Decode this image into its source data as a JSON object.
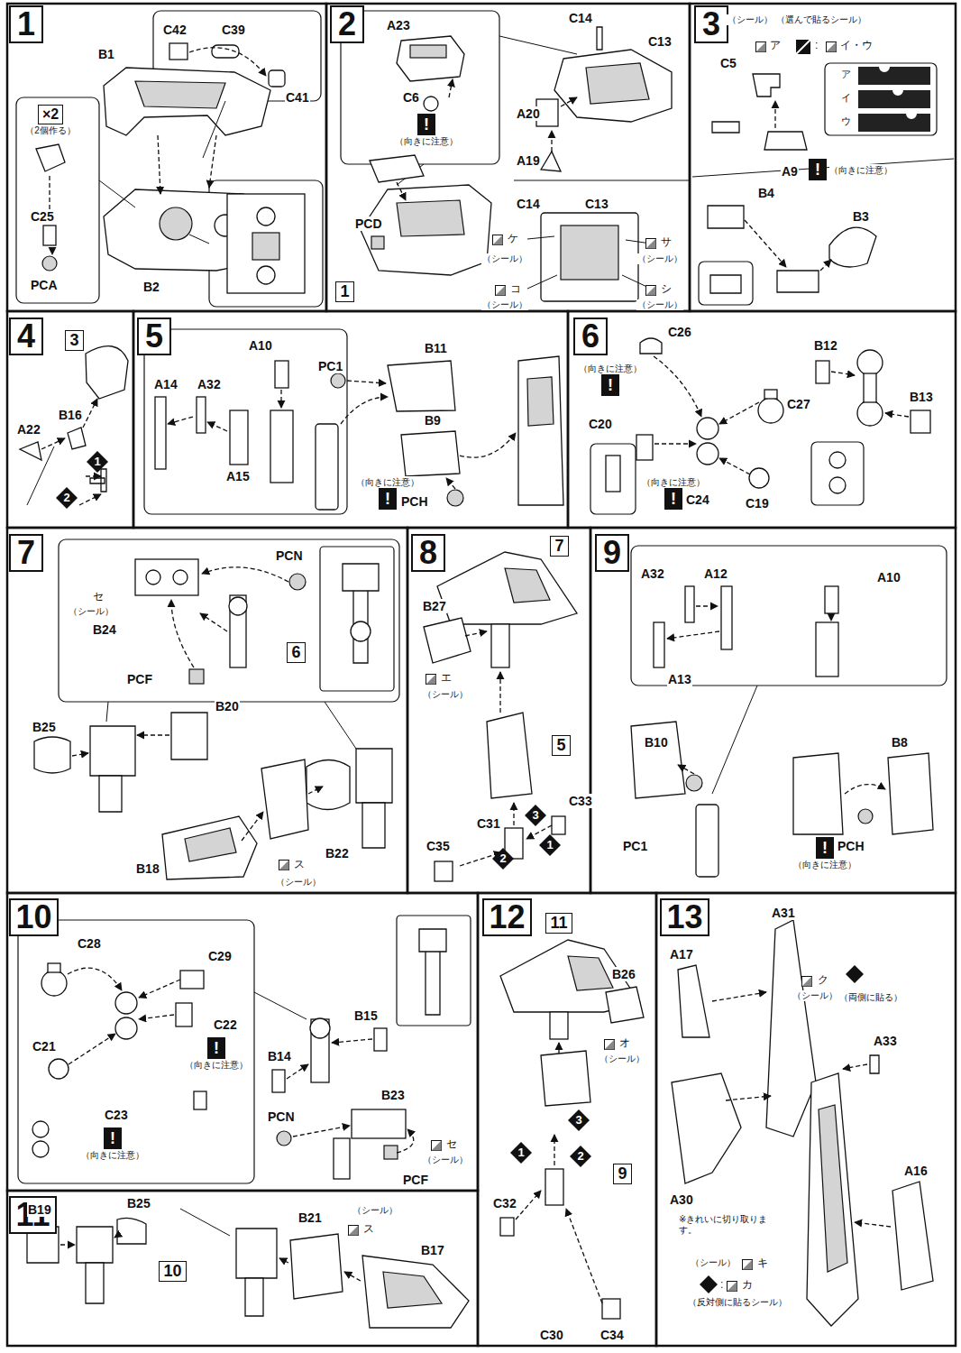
{
  "diagram": {
    "nodes": [
      {
        "text": [
          "1"
        ]
      },
      {
        "text": [
          "×2",
          "（2個作る）"
        ]
      },
      {
        "text": [
          "2"
        ]
      },
      {
        "text": [
          "!",
          "（向きに注意）"
        ]
      },
      {
        "text": [
          "1"
        ]
      },
      {
        "text": [
          "3"
        ]
      },
      {
        "text": [
          "!",
          "（向きに注意）"
        ]
      },
      {
        "text": [
          "4"
        ]
      },
      {
        "text": [
          "3"
        ]
      },
      {
        "text": [
          "1"
        ]
      },
      {
        "text": [
          "2"
        ]
      },
      {
        "text": [
          "5"
        ]
      },
      {
        "text": [
          "（向きに注意）",
          "!"
        ]
      },
      {
        "text": [
          "6"
        ]
      },
      {
        "text": [
          "（向きに注意）",
          "!"
        ]
      },
      {
        "text": [
          "（向きに注意）",
          "!"
        ]
      },
      {
        "text": [
          "7"
        ]
      },
      {
        "text": [
          "6"
        ]
      },
      {
        "text": [
          "8"
        ]
      },
      {
        "text": [
          "7"
        ]
      },
      {
        "text": [
          "5"
        ]
      },
      {
        "text": [
          "3"
        ]
      },
      {
        "text": [
          "1"
        ]
      },
      {
        "text": [
          "2"
        ]
      },
      {
        "text": [
          "9"
        ]
      },
      {
        "text": [
          "!",
          "（向きに注意）"
        ]
      },
      {
        "text": [
          "10"
        ]
      },
      {
        "text": [
          "!",
          "（向きに注意）"
        ]
      },
      {
        "text": [
          "!",
          "（向きに注意）"
        ]
      },
      {
        "text": [
          "12"
        ]
      },
      {
        "text": [
          "11"
        ]
      },
      {
        "text": [
          "9"
        ]
      },
      {
        "text": [
          "3"
        ]
      },
      {
        "text": [
          "1"
        ]
      },
      {
        "text": [
          "2"
        ]
      },
      {
        "text": [
          "13"
        ]
      },
      {
        "text": [
          "11"
        ]
      },
      {
        "text": [
          "10"
        ]
      }
    ],
    "labels": [
      "B1",
      "C42",
      "C39",
      "C41",
      "C25",
      "PCA",
      "B2",
      "A23",
      "C6",
      "PCD",
      "C14",
      "C13",
      "A20",
      "A19",
      "C14",
      "C13",
      "ケ",
      "（シール）",
      "サ",
      "（シール）",
      "コ",
      "（シール）",
      "シ",
      "（シール）",
      "（シール）",
      "（選んで貼るシール）",
      "ア",
      ":",
      "イ・ウ",
      "ア",
      "イ",
      "ウ",
      "C5",
      "A9",
      "B4",
      "B3",
      "A22",
      "B16",
      "A10",
      "PC1",
      "B11",
      "A14",
      "A32",
      "A15",
      "B9",
      "PCH",
      "C26",
      "C27",
      "B12",
      "B13",
      "C20",
      "C24",
      "C19",
      "PCN",
      "セ",
      "（シール）",
      "B24",
      "PCF",
      "B20",
      "B25",
      "B22",
      "B18",
      "ス",
      "（シール）",
      "B27",
      "エ",
      "（シール）",
      "C33",
      "C31",
      "C35",
      "A32",
      "A12",
      "A10",
      "A13",
      "B10",
      "B8",
      "PC1",
      "PCH",
      "C28",
      "C29",
      "C21",
      "C22",
      "C23",
      "B14",
      "B15",
      "B23",
      "PCN",
      "セ",
      "（シール）",
      "PCF",
      "B19",
      "B25",
      "B21",
      "（シール）",
      "ス",
      "B17",
      "B26",
      "オ",
      "（シール）",
      "C32",
      "C30",
      "C34",
      "A31",
      "A17",
      "ク",
      "（シール）",
      "（両側に貼る）",
      "A33",
      "A16",
      "A30",
      "※きれいに切り取ります。",
      "（シール）",
      "キ",
      ":",
      "カ",
      "（反対側に貼るシール）"
    ]
  }
}
